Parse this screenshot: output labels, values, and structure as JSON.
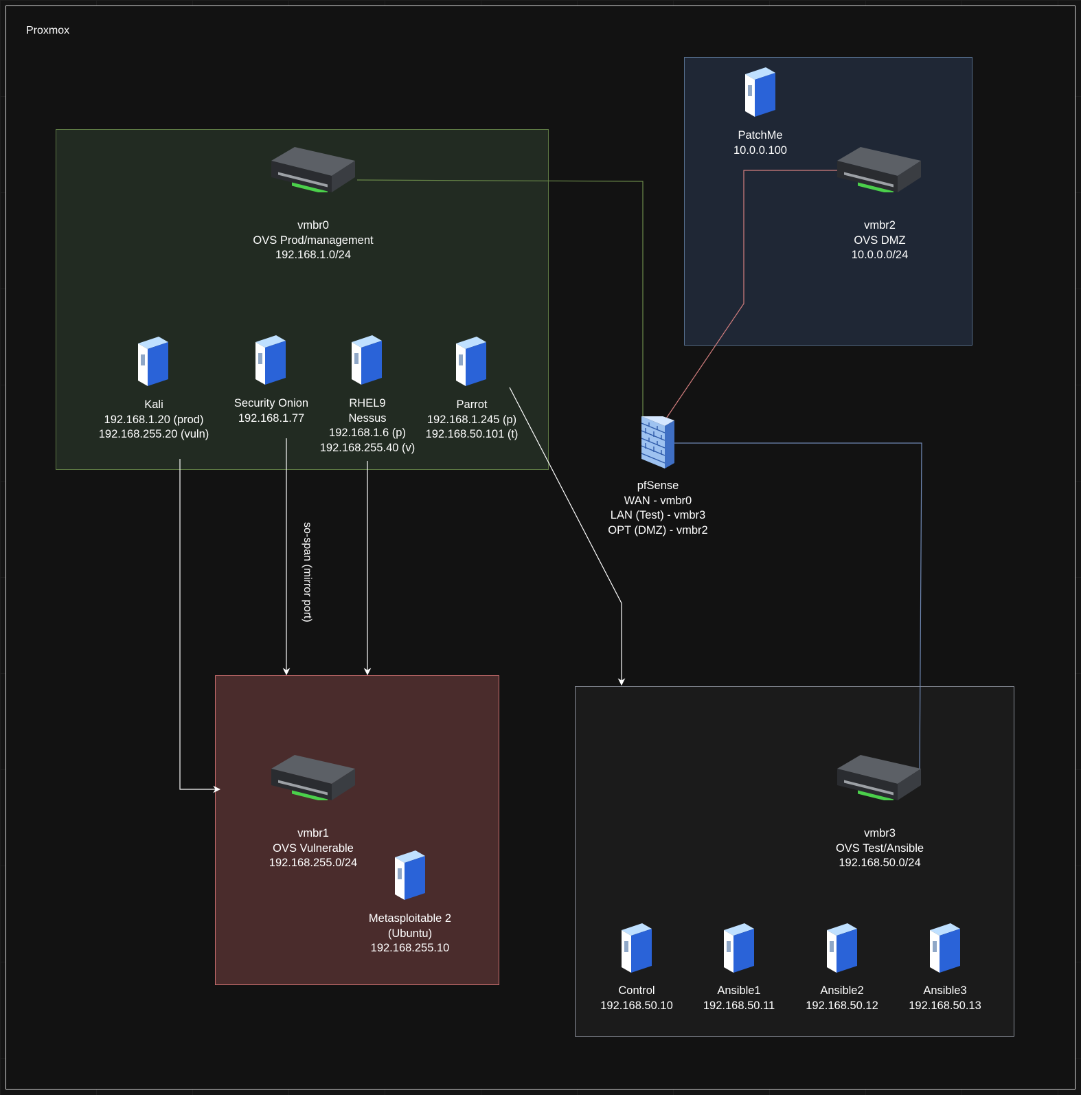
{
  "frame": {
    "title": "Proxmox"
  },
  "colors": {
    "prod_border": "#5e7a44",
    "dmz_border": "#56708f",
    "vuln_border": "#c96e6e",
    "test_border": "#8a8f99",
    "wire_wan": "#6b8a4a",
    "wire_dmz": "#d47f7f",
    "wire_lan": "#7089b5",
    "wire_mirror": "#ffffff"
  },
  "switches": {
    "vmbr0": {
      "name": "vmbr0",
      "desc": "OVS Prod/management",
      "subnet": "192.168.1.0/24"
    },
    "vmbr1": {
      "name": "vmbr1",
      "desc": "OVS Vulnerable",
      "subnet": "192.168.255.0/24"
    },
    "vmbr2": {
      "name": "vmbr2",
      "desc": "OVS DMZ",
      "subnet": "10.0.0.0/24"
    },
    "vmbr3": {
      "name": "vmbr3",
      "desc": "OVS Test/Ansible",
      "subnet": "192.168.50.0/24"
    }
  },
  "hosts": {
    "kali": {
      "name": "Kali",
      "line1": "192.168.1.20 (prod)",
      "line2": "192.168.255.20 (vuln)"
    },
    "security_onion": {
      "name": "Security Onion",
      "line1": "192.168.1.77"
    },
    "rhel9": {
      "name": "RHEL9",
      "line1": "Nessus",
      "line2": "192.168.1.6 (p)",
      "line3": "192.168.255.40 (v)"
    },
    "parrot": {
      "name": "Parrot",
      "line1": "192.168.1.245 (p)",
      "line2": "192.168.50.101 (t)"
    },
    "patchme": {
      "name": "PatchMe",
      "line1": "10.0.0.100"
    },
    "metasploitable": {
      "name": "Metasploitable 2",
      "line1": "(Ubuntu)",
      "line2": "192.168.255.10"
    },
    "control": {
      "name": "Control",
      "line1": "192.168.50.10"
    },
    "ansible1": {
      "name": "Ansible1",
      "line1": "192.168.50.11"
    },
    "ansible2": {
      "name": "Ansible2",
      "line1": "192.168.50.12"
    },
    "ansible3": {
      "name": "Ansible3",
      "line1": "192.168.50.13"
    }
  },
  "firewall": {
    "name": "pfSense",
    "wan": "WAN - vmbr0",
    "lan": "LAN (Test) - vmbr3",
    "opt": "OPT (DMZ) - vmbr2"
  },
  "edges": {
    "mirror_label": "so-span (mirror port)"
  }
}
